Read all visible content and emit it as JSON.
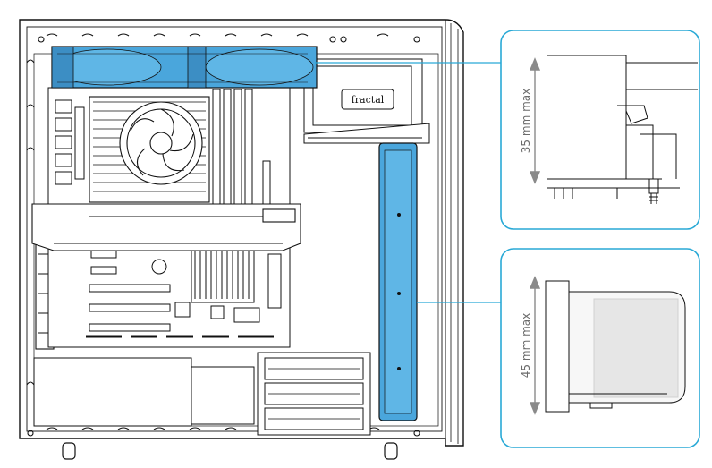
{
  "colors": {
    "accent": "#29a9d6",
    "accent_fill": "#4aa6dc",
    "line": "#111111",
    "gray_fill": "#e6e6e6"
  },
  "case_branding": {
    "logo_text": "fractal"
  },
  "callouts": {
    "top_clearance": {
      "label": "35 mm max"
    },
    "front_clearance": {
      "label": "45 mm max"
    }
  },
  "icons": [
    "arrow-up-down-icon",
    "fan-icon"
  ]
}
